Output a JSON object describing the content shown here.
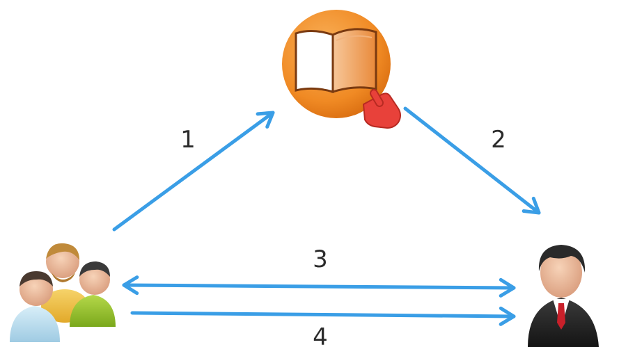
{
  "diagram": {
    "nodes": {
      "book": {
        "icon": "open-book-with-pointing-hand-icon"
      },
      "group": {
        "icon": "user-group-icon"
      },
      "person": {
        "icon": "businessman-icon"
      }
    },
    "edges": [
      {
        "from": "group",
        "to": "book",
        "label": "1",
        "direction": "forward"
      },
      {
        "from": "book",
        "to": "person",
        "label": "2",
        "direction": "forward"
      },
      {
        "from": "group",
        "to": "person",
        "label": "3",
        "direction": "both"
      },
      {
        "from": "group",
        "to": "person",
        "label": "4",
        "direction": "forward"
      }
    ],
    "colors": {
      "arrow": "#3a9ee6",
      "book_circle": "#f08a24",
      "hand": "#e8413a",
      "label": "#2b2b2b"
    }
  }
}
